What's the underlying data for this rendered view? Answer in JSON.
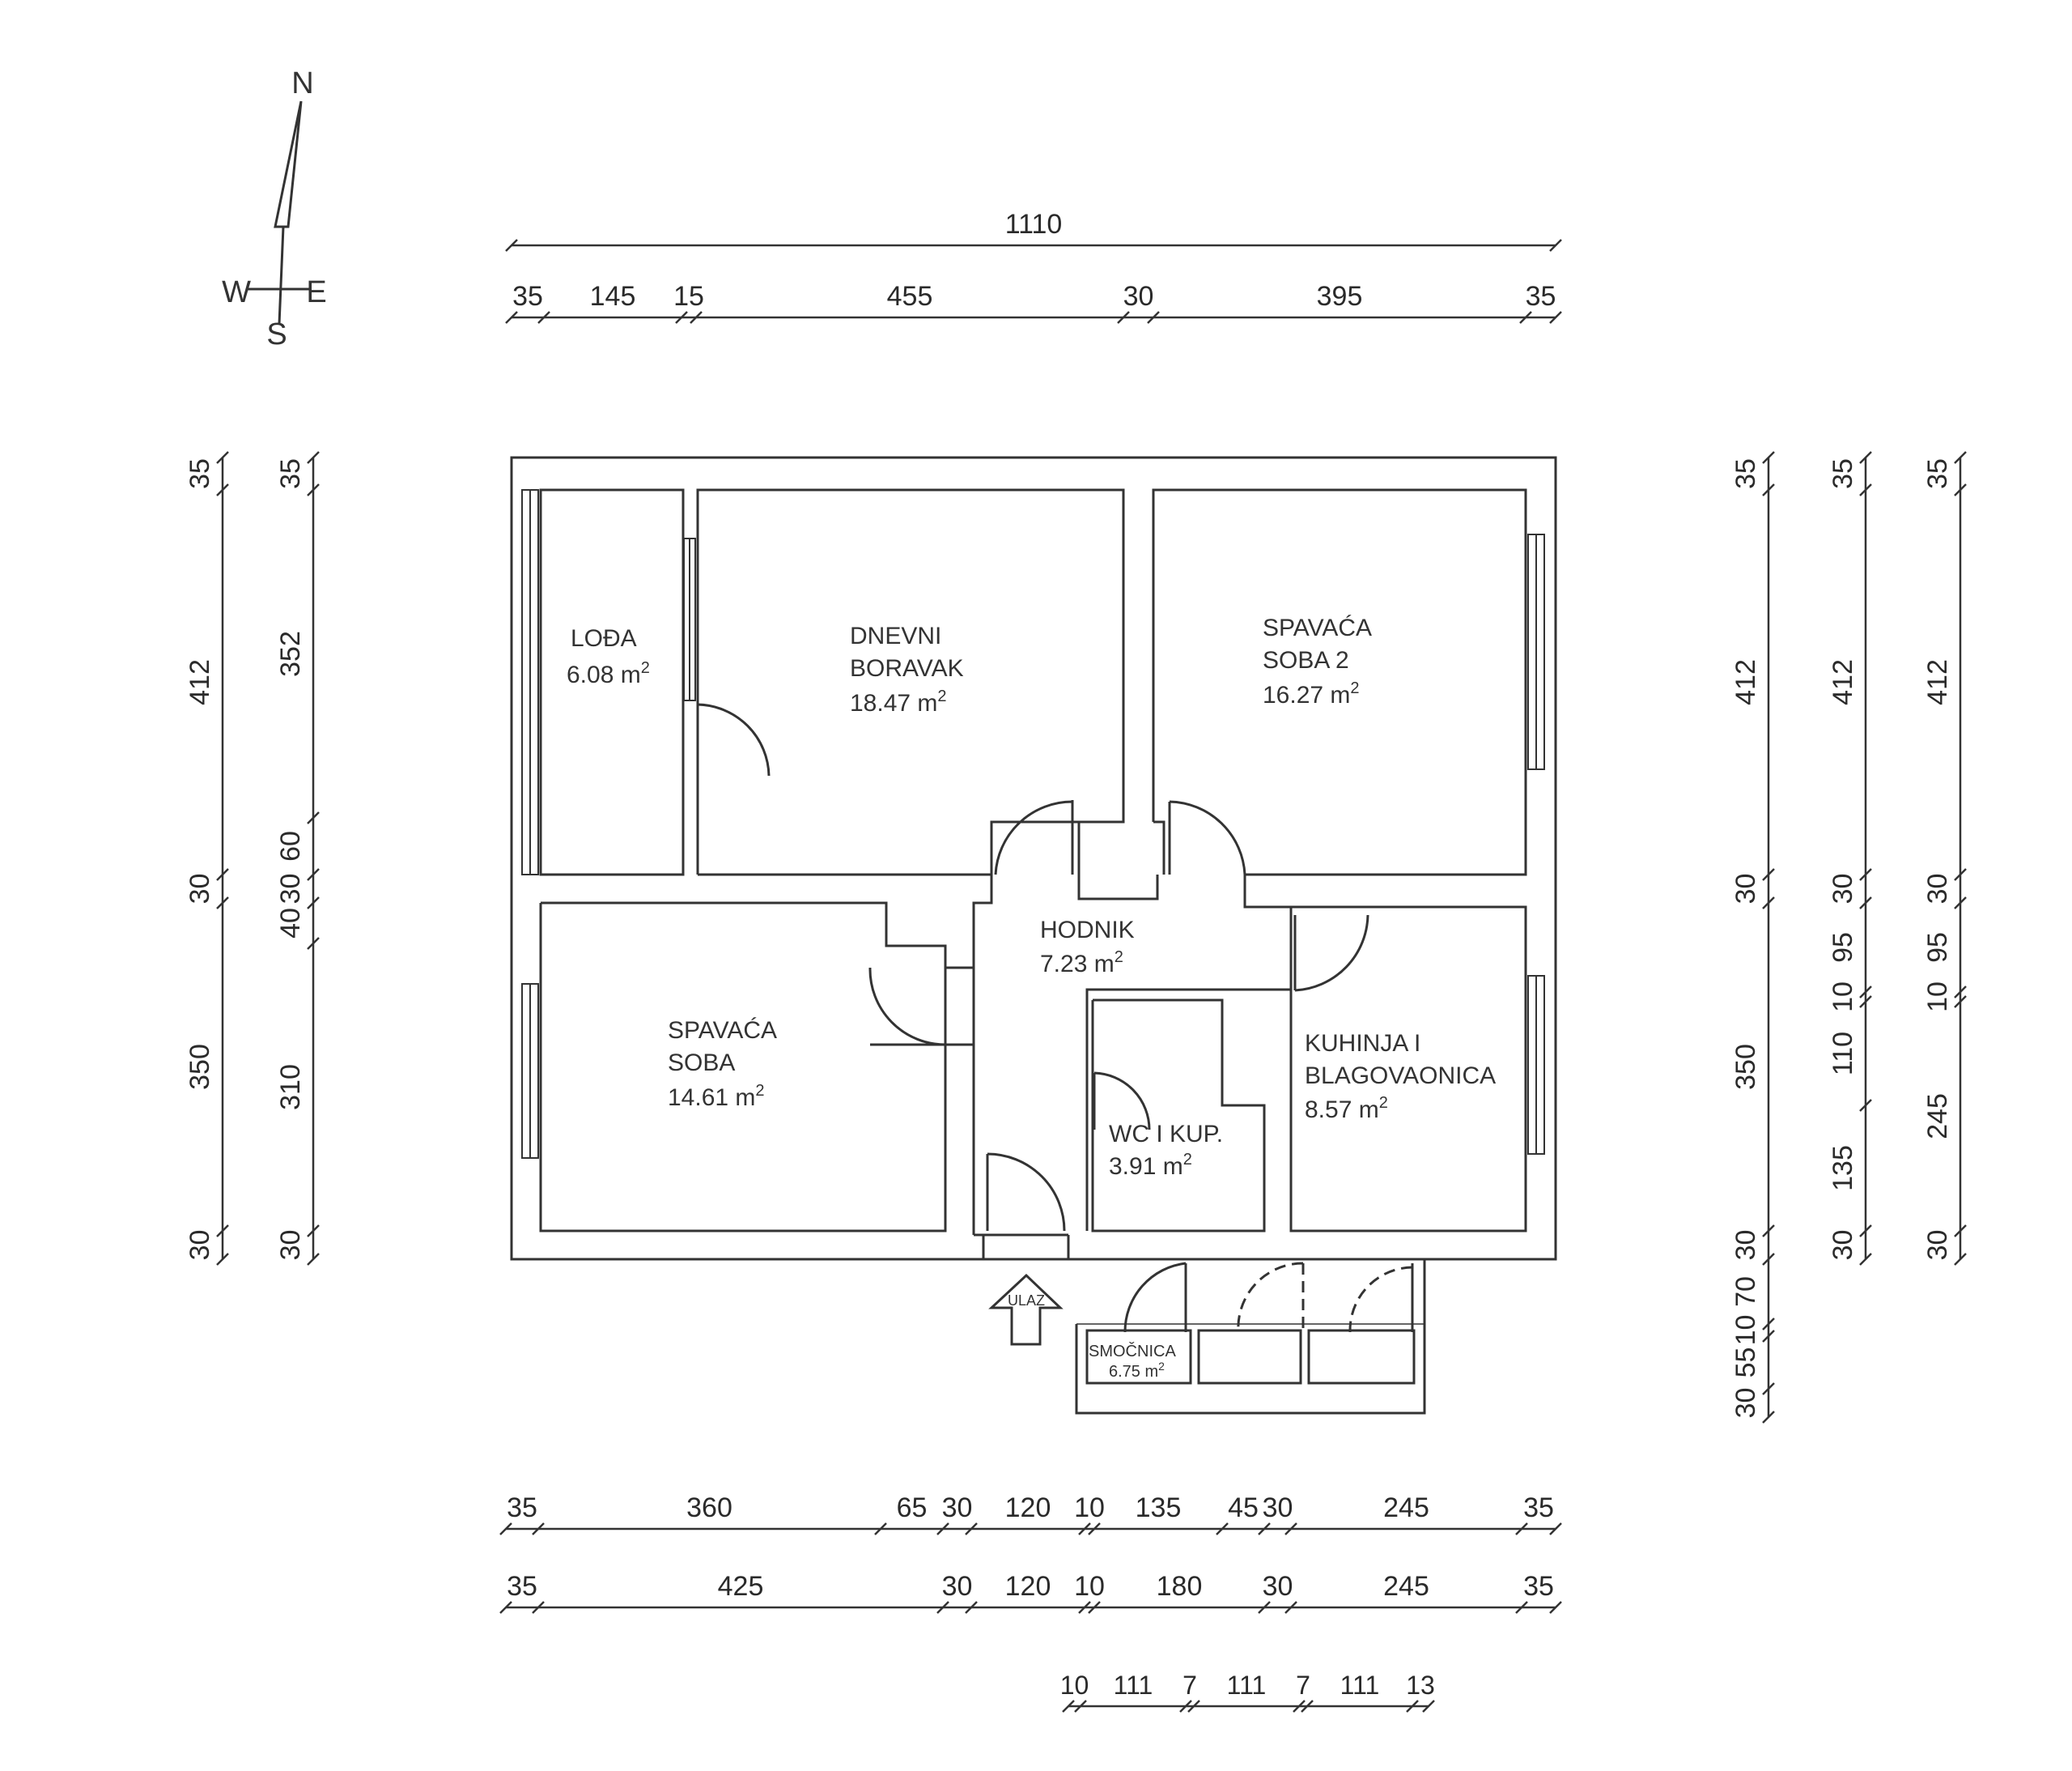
{
  "compass": {
    "n": "N",
    "e": "E",
    "s": "S",
    "w": "W"
  },
  "rooms": [
    {
      "id": "lodja",
      "lines": [
        "LOĐA"
      ],
      "area": "6.08 m",
      "sup": "2"
    },
    {
      "id": "dnevni",
      "lines": [
        "DNEVNI",
        "BORAVAK"
      ],
      "area": "18.47 m",
      "sup": "2"
    },
    {
      "id": "spavaca2",
      "lines": [
        "SPAVAĆA",
        "SOBA 2"
      ],
      "area": "16.27 m",
      "sup": "2"
    },
    {
      "id": "hodnik",
      "lines": [
        "HODNIK"
      ],
      "area": "7.23 m",
      "sup": "2"
    },
    {
      "id": "spavaca",
      "lines": [
        "SPAVAĆA",
        "SOBA"
      ],
      "area": "14.61 m",
      "sup": "2"
    },
    {
      "id": "wc",
      "lines": [
        "WC I KUP."
      ],
      "area": "3.91 m",
      "sup": "2"
    },
    {
      "id": "kuhinja",
      "lines": [
        "KUHINJA I",
        "BLAGOVAONICA"
      ],
      "area": "8.57 m",
      "sup": "2"
    },
    {
      "id": "smocnica",
      "lines": [
        "SMOČNICA"
      ],
      "area": "6.75 m",
      "sup": "2"
    }
  ],
  "entrance_label": "ULAZ",
  "dimensions": {
    "top_total": "1110",
    "top": [
      "35",
      "145",
      "15",
      "455",
      "30",
      "395",
      "35"
    ],
    "bottom_1": [
      "35",
      "360",
      "65",
      "30",
      "120",
      "10",
      "135",
      "45",
      "30",
      "245",
      "35"
    ],
    "bottom_2": [
      "35",
      "425",
      "30",
      "120",
      "10",
      "180",
      "30",
      "245",
      "35"
    ],
    "bottom_3": [
      "10",
      "111",
      "7",
      "111",
      "7",
      "111",
      "13"
    ],
    "left_1": [
      "35",
      "412",
      "30",
      "350",
      "30"
    ],
    "left_2": [
      "35",
      "352",
      "60",
      "30",
      "40",
      "310",
      "30"
    ],
    "right_1": [
      "35",
      "412",
      "30",
      "350",
      "30",
      "70",
      "10",
      "55",
      "30"
    ],
    "right_2": [
      "35",
      "412",
      "30",
      "95",
      "10",
      "110",
      "135",
      "30"
    ],
    "right_3": [
      "35",
      "412",
      "30",
      "95",
      "10",
      "245",
      "30"
    ]
  }
}
